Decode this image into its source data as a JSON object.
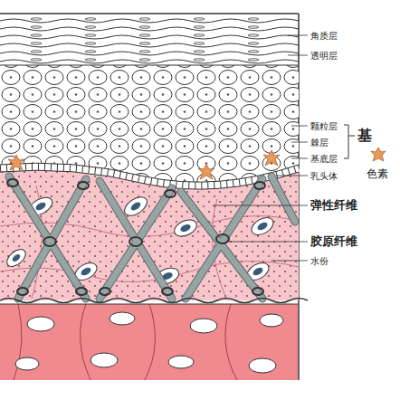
{
  "diagram": {
    "labels": [
      "角质层",
      "透明层",
      "颗粒层",
      "棘层",
      "基底层",
      "乳头体",
      "弹性纤维",
      "胶原纤维",
      "水份",
      "基",
      "色素"
    ]
  }
}
